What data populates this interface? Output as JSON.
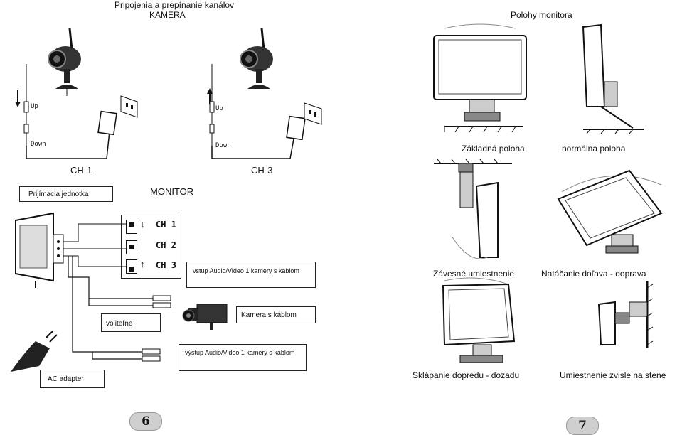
{
  "left": {
    "title_line1": "Pripojenia a prepínanie kanálov",
    "title_line2": "KAMERA",
    "up_label": "Up",
    "down_label": "Down",
    "ch1": "CH-1",
    "ch3": "CH-3",
    "receiver_label": "Prijímacia jednotka",
    "monitor_label": "MONITOR",
    "switch_labels": [
      "CH 1",
      "CH 2",
      "CH 3"
    ],
    "input_cable_label": "vstup Audio/Video 1 kamery s káblom",
    "optional_label": "voliteľne",
    "camera_cable_label": "Kamera s káblom",
    "output_cable_label": "výstup Audio/Video 1 kamery s káblom",
    "ac_adapter_label": "AC adapter",
    "page_number": "6"
  },
  "right": {
    "title": "Polohy monitora",
    "base_position": "Základná poloha",
    "normal_position": "normálna poloha",
    "hanging_mount": "Závesné umiestnenie",
    "rotate_lr": "Natáčanie doľava - doprava",
    "tilt_fb": "Sklápanie dopredu - dozadu",
    "wall_mount": "Umiestnenie zvisle na stene",
    "page_number": "7"
  }
}
